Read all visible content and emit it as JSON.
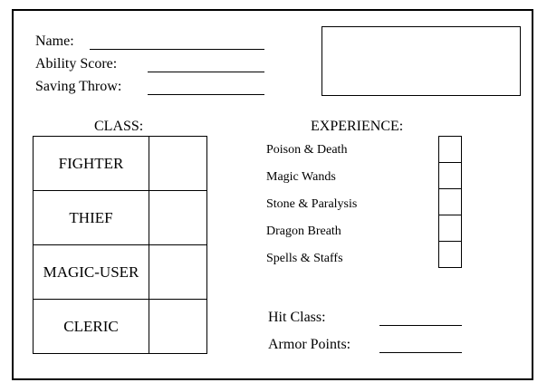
{
  "header": {
    "fields": [
      {
        "label": "Name:",
        "value": ""
      },
      {
        "label": "Ability Score:",
        "value": ""
      },
      {
        "label": "Saving Throw:",
        "value": ""
      }
    ]
  },
  "class_section": {
    "title": "CLASS:",
    "classes": [
      {
        "name": "FIGHTER",
        "checked": false
      },
      {
        "name": "THIEF",
        "checked": false
      },
      {
        "name": "MAGIC-USER",
        "checked": false
      },
      {
        "name": "CLERIC",
        "checked": false
      }
    ]
  },
  "experience_section": {
    "title": "EXPERIENCE:",
    "items": [
      {
        "label": "Poison & Death",
        "checked": false
      },
      {
        "label": "Magic Wands",
        "checked": false
      },
      {
        "label": "Stone & Paralysis",
        "checked": false
      },
      {
        "label": "Dragon Breath",
        "checked": false
      },
      {
        "label": "Spells & Staffs",
        "checked": false
      }
    ]
  },
  "footer": {
    "fields": [
      {
        "label": "Hit Class:",
        "value": ""
      },
      {
        "label": "Armor Points:",
        "value": ""
      }
    ]
  }
}
